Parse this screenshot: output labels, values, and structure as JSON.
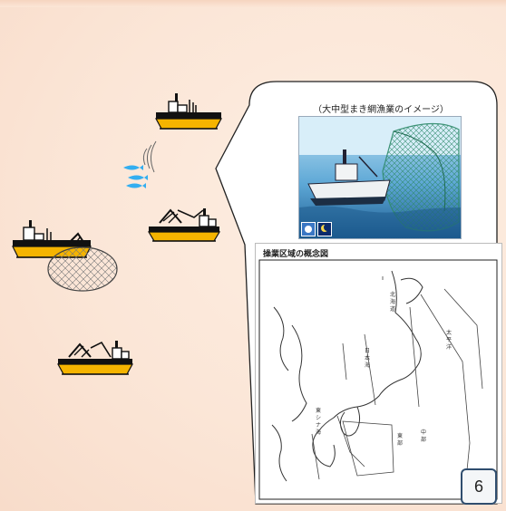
{
  "callout": {
    "title": "（大中型まき網漁業のイメージ）"
  },
  "map": {
    "title": "操業区域の概念図"
  },
  "page": {
    "number": "6"
  },
  "colors": {
    "hull_yellow": "#f5b400",
    "hull_black": "#111111",
    "fish_blue": "#33aef0",
    "page_border": "#2f4d6e",
    "background": "#fbe6d7"
  }
}
